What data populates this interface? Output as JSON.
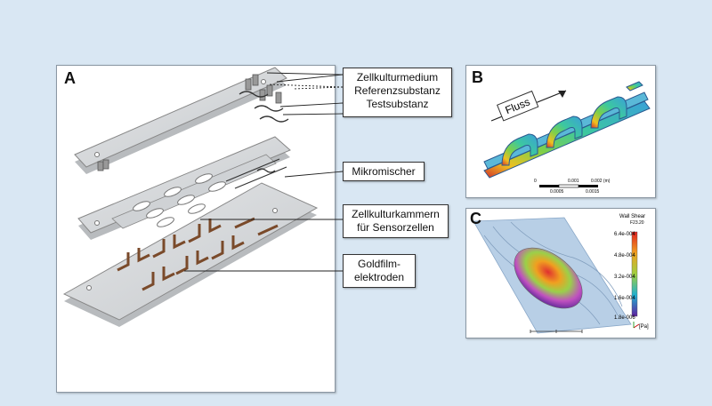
{
  "panel_a": {
    "letter": "A",
    "labels": {
      "medium": "Zellkulturmedium",
      "reference": "Referenzsubstanz",
      "test": "Testsubstanz",
      "mixer": "Mikromischer",
      "chambers_1": "Zellkulturkammern",
      "chambers_2": "für Sensorzellen",
      "electrodes_1": "Goldfilm-",
      "electrodes_2": "elektroden"
    }
  },
  "panel_b": {
    "letter": "B",
    "flow_label": "Fluss",
    "scale": {
      "ticks_top": [
        "0",
        "0.001",
        "0.002 (m)"
      ],
      "ticks_bottom": [
        "0.0005",
        "0.0015"
      ]
    }
  },
  "panel_c": {
    "letter": "C",
    "legend_title": "Wall Shear",
    "legend_subtitle": "F23.20",
    "legend_ticks": [
      "6.4e-004",
      "4.8e-004",
      "3.2e-004",
      "1.6e-004",
      "1.8e-006"
    ],
    "unit": "[Pa]"
  },
  "colors": {
    "background": "#d9e7f3",
    "chip": "#d4d6d8",
    "electrode": "#7a4a2a"
  }
}
